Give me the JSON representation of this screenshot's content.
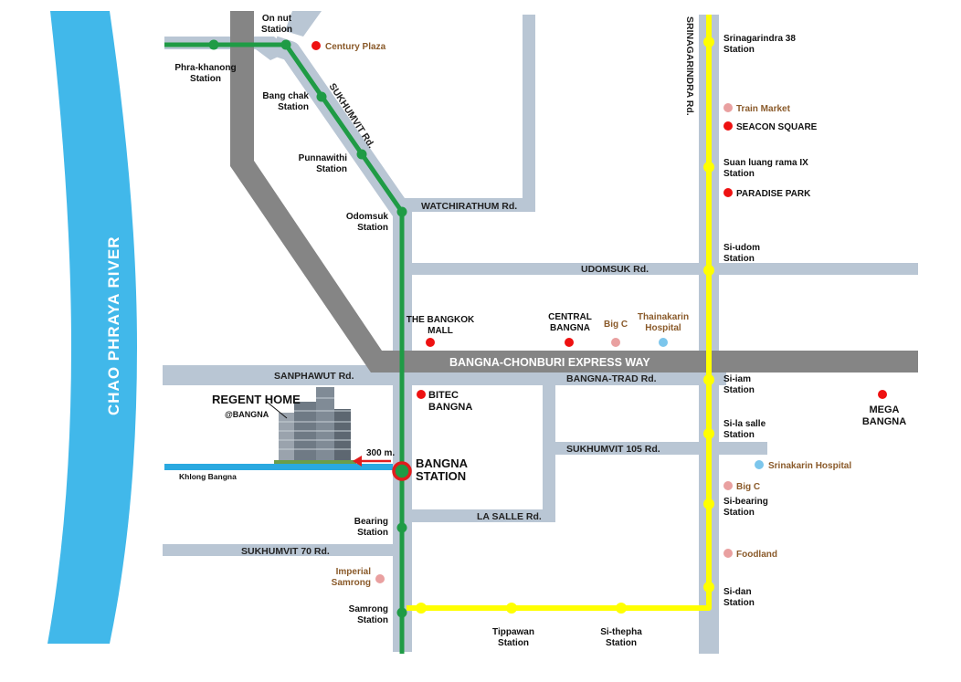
{
  "river": {
    "label": "CHAO PHRAYA RIVER",
    "color": "#41b8ea"
  },
  "colors": {
    "road": "#b9c6d4",
    "expressway": "#858585",
    "green_line": "#1f9b45",
    "yellow_line": "#ffff00",
    "poi_major": "#ee1111",
    "poi_minor": "#e9a0a0",
    "hospital": "#7cc6ec",
    "canal": "#2aa9e0",
    "arrow": "#e11d1d"
  },
  "roads": {
    "sukhumvit": "SUKHUMVIT Rd.",
    "watchirathum": "WATCHIRATHUM Rd.",
    "udomsuk": "UDOMSUK Rd.",
    "expressway": "BANGNA-CHONBURI EXPRESS WAY",
    "sanphawut": "SANPHAWUT Rd.",
    "bangna_trad": "BANGNA-TRAD Rd.",
    "sukhumvit105": "SUKHUMVIT 105 Rd.",
    "lasalle": "LA SALLE Rd.",
    "sukhumvit70": "SUKHUMVIT 70 Rd.",
    "srinagarindra": "SRINAGARINDRA Rd.",
    "khlong": "Khlong Bangna"
  },
  "green_stations": {
    "on_nut": [
      "On nut",
      "Station"
    ],
    "phra_khanong": [
      "Phra-khanong",
      "Station"
    ],
    "bang_chak": [
      "Bang chak",
      "Station"
    ],
    "punnawithi": [
      "Punnawithi",
      "Station"
    ],
    "udomsuk": [
      "Odomsuk",
      "Station"
    ],
    "bangna": [
      "BANGNA",
      "STATION"
    ],
    "bearing": [
      "Bearing",
      "Station"
    ],
    "samrong": [
      "Samrong",
      "Station"
    ]
  },
  "yellow_stations": {
    "srinagarindra38": [
      "Srinagarindra 38",
      "Station"
    ],
    "suan_luang": [
      "Suan luang rama IX",
      "Station"
    ],
    "si_udom": [
      "Si-udom",
      "Station"
    ],
    "si_iam": [
      "Si-iam",
      "Station"
    ],
    "si_la_salle": [
      "Si-la salle",
      "Station"
    ],
    "si_bearing": [
      "Si-bearing",
      "Station"
    ],
    "si_dan": [
      "Si-dan",
      "Station"
    ],
    "tippawan": [
      "Tippawan",
      "Station"
    ],
    "si_thepha": [
      "Si-thepha",
      "Station"
    ]
  },
  "pois": {
    "century_plaza": "Century Plaza",
    "train_market": "Train Market",
    "seacon": "SEACON SQUARE",
    "paradise": "PARADISE PARK",
    "bangkok_mall": [
      "THE BANGKOK",
      "MALL"
    ],
    "central": [
      "CENTRAL",
      "BANGNA"
    ],
    "bigc1": "Big C",
    "thainakarin": [
      "Thainakarin",
      "Hospital"
    ],
    "bitec": [
      "BITEC",
      "BANGNA"
    ],
    "mega": [
      "MEGA",
      "BANGNA"
    ],
    "srinakarin_hosp": "Srinakarin Hospital",
    "bigc2": "Big C",
    "foodland": "Foodland",
    "imperial": [
      "Imperial",
      "Samrong"
    ]
  },
  "project": {
    "name": "REGENT HOME",
    "sub": "@BANGNA",
    "distance": "300 m."
  }
}
